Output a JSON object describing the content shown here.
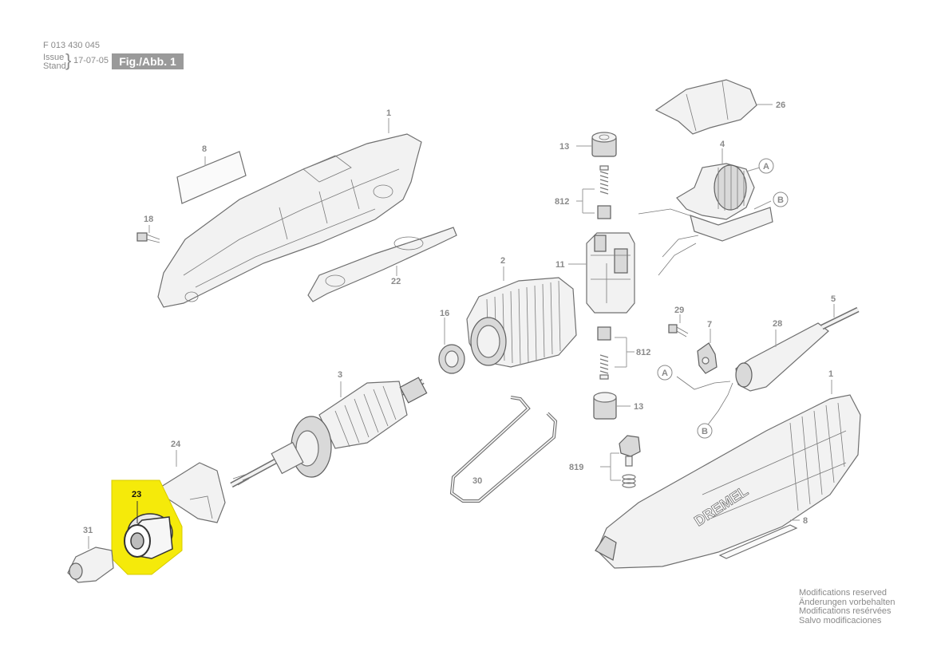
{
  "header": {
    "doc_number": "F 013 430 045",
    "issue_label": "Issue",
    "stand_label": "Stand",
    "date": "17-07-05",
    "figure_label": "Fig./Abb. 1"
  },
  "notes": [
    "Modifications reserved",
    "Änderungen vorbehalten",
    "Modifications resérvées",
    "Salvo modificaciones"
  ],
  "highlight_color": "#f5ea0a",
  "callouts": {
    "p1a": "1",
    "p1b": "1",
    "p2": "2",
    "p3": "3",
    "p4": "4",
    "p5": "5",
    "p7": "7",
    "p8a": "8",
    "p8b": "8",
    "p11": "11",
    "p13a": "13",
    "p13b": "13",
    "p16": "16",
    "p18": "18",
    "p22": "22",
    "p23": "23",
    "p24": "24",
    "p26": "26",
    "p28": "28",
    "p29": "29",
    "p30": "30",
    "p31": "31",
    "p812a": "812",
    "p812b": "812",
    "p819": "819",
    "cA1": "A",
    "cB1": "B",
    "cA2": "A",
    "cB2": "B"
  },
  "brand_text": "DREMEL"
}
